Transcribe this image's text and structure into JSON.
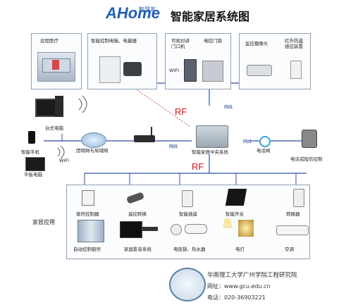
{
  "header": {
    "logo_main": "AHome",
    "logo_cn": "智慧家",
    "title": "智能家居系统图"
  },
  "top_row": {
    "remote_medical": "远程医疗",
    "smart_socket": "智能控制电箱、电量器",
    "intercom_left": "可视对讲\n门口机",
    "intercom_right": "电控门锁",
    "wifi_small": "WIFI",
    "camera": "监控摄像头",
    "ir_alarm": "红外防盗\n感应装置"
  },
  "middle": {
    "desktop": "台式电脑",
    "phone": "智能手机",
    "tablet": "平板电脑",
    "wifi": "WIFI",
    "internet": "因特网与局域网",
    "net1": "网线",
    "net2": "网线",
    "net3": "网线",
    "hub": "智能家居中央系统",
    "phone_net": "电话网",
    "phone_ctrl": "电话或短信控制",
    "rf1": "RF",
    "rf2": "RF"
  },
  "home": {
    "section_label": "家居应用",
    "row1": [
      "窗帘控制器",
      "遥控转换",
      "智能插座",
      "智能开关",
      "转换器"
    ],
    "row2": [
      "自动控制窗帘",
      "家庭影音系统",
      "电饭锅、热水器",
      "电灯",
      "空调"
    ]
  },
  "footer": {
    "org": "华南理工大学广州学院工程研究院",
    "website_label": "网址：",
    "website": "www.gcu.edu.cn",
    "phone_label": "电话：",
    "phone": "020-36903221"
  },
  "colors": {
    "rf": "#d01818",
    "net": "#1d3e8f",
    "logo": "#1f5fb5"
  }
}
